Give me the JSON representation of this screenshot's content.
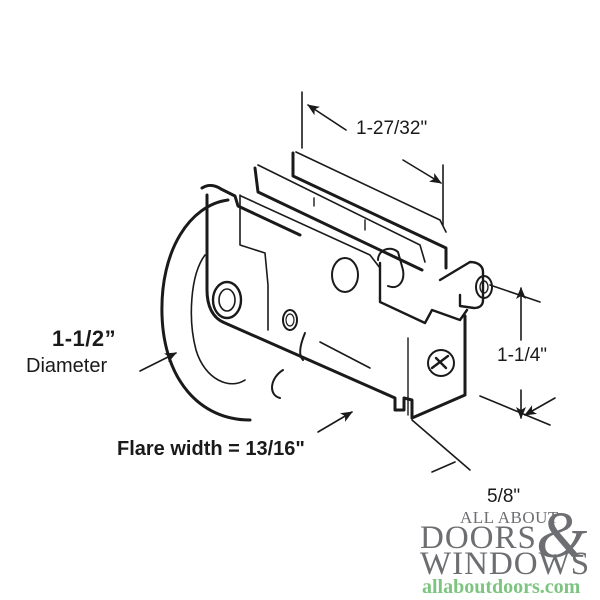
{
  "diagram": {
    "subject": "sliding door roller assembly",
    "labels": {
      "diameter_value": "1-1/2”",
      "diameter_text": "Diameter",
      "flare_width": "Flare width = 13/16\"",
      "length": "1-27/32\"",
      "height": "1-1/4\"",
      "width": "5/8\""
    }
  },
  "logo": {
    "line1": "ALL ABOUT",
    "line2": "DOORS",
    "ampersand": "&",
    "line3": "WINDOWS",
    "url": "allaboutdoors.com",
    "colors": {
      "gray": "#6d6e71",
      "green": "#7cc47f"
    }
  }
}
